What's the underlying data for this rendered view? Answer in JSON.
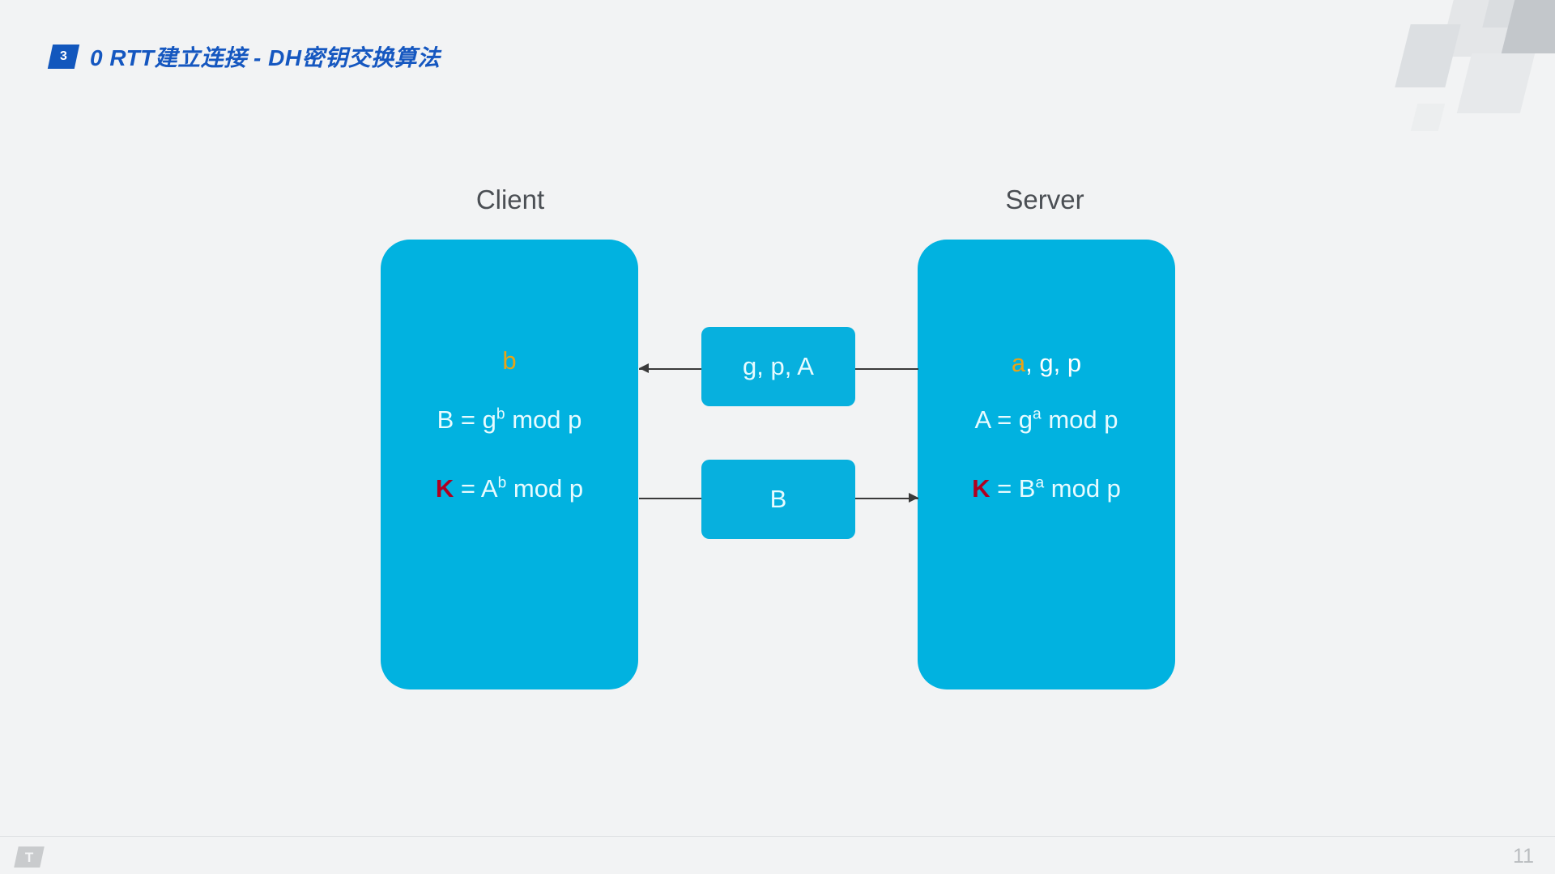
{
  "header": {
    "badge_number": "3",
    "title": "0 RTT建立连接 - DH密钥交换算法",
    "title_color": "#1557c0",
    "badge_color": "#1257bd"
  },
  "diagram": {
    "accent_color": "#01b2e0",
    "secret_color": "#e8a317",
    "key_color": "#b00020",
    "client": {
      "label": "Client",
      "secret_prefix": "b",
      "secret_suffix": "",
      "formula_b_base": "B = g",
      "formula_b_exp": "b",
      "formula_b_tail": " mod p",
      "formula_k_key": "K",
      "formula_k_base": " = A",
      "formula_k_exp": "b",
      "formula_k_tail": " mod p"
    },
    "server": {
      "label": "Server",
      "secret_prefix": "a",
      "secret_suffix": ", g, p",
      "formula_a_base": "A = g",
      "formula_a_exp": "a",
      "formula_a_tail": " mod p",
      "formula_k_key": "K",
      "formula_k_base": " = B",
      "formula_k_exp": "a",
      "formula_k_tail": " mod p"
    },
    "messages": [
      {
        "label": "g, p, A",
        "direction": "server-to-client"
      },
      {
        "label": "B",
        "direction": "client-to-server"
      }
    ]
  },
  "footer": {
    "logo_glyph": "T",
    "page_number": "11"
  }
}
